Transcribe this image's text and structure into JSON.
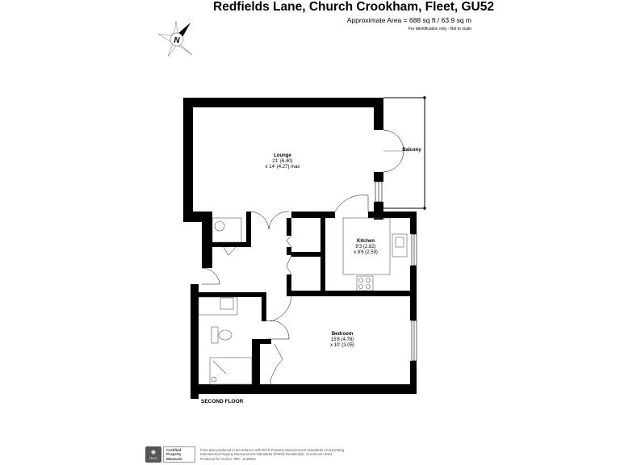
{
  "header": {
    "title": "Redfields Lane, Church Crookham, Fleet, GU52",
    "area": "Approximate Area = 688 sq ft / 63.9 sq m",
    "identification_note": "For identification only - Not to scale"
  },
  "compass": {
    "icon": "north-compass-icon",
    "label": "N"
  },
  "rooms": {
    "lounge": {
      "name": "Lounge",
      "dim1": "21' (6.40)",
      "dim2": "x 14' (4.27) max"
    },
    "balcony": {
      "name": "Balcony"
    },
    "kitchen": {
      "name": "Kitchen",
      "dim1": "9'3 (2.82)",
      "dim2": "x 8'6 (2.59)"
    },
    "bedroom": {
      "name": "Bedroom",
      "dim1": "15'8 (4.78)",
      "dim2": "x 10' (3.05)"
    }
  },
  "floor_label": "SECOND FLOOR",
  "footer": {
    "rics_logo": "RICS",
    "certified_lines": [
      "Certified",
      "Property",
      "Measurer"
    ],
    "disclaimer_lines": [
      "Floor plan produced in accordance with RICS Property Measurement Standards incorporating",
      "International Property Measurement Standards (IPMS2 Residential).   ©nichecom 2022.",
      "Produced for Anchor.   REF: 1149084"
    ]
  }
}
